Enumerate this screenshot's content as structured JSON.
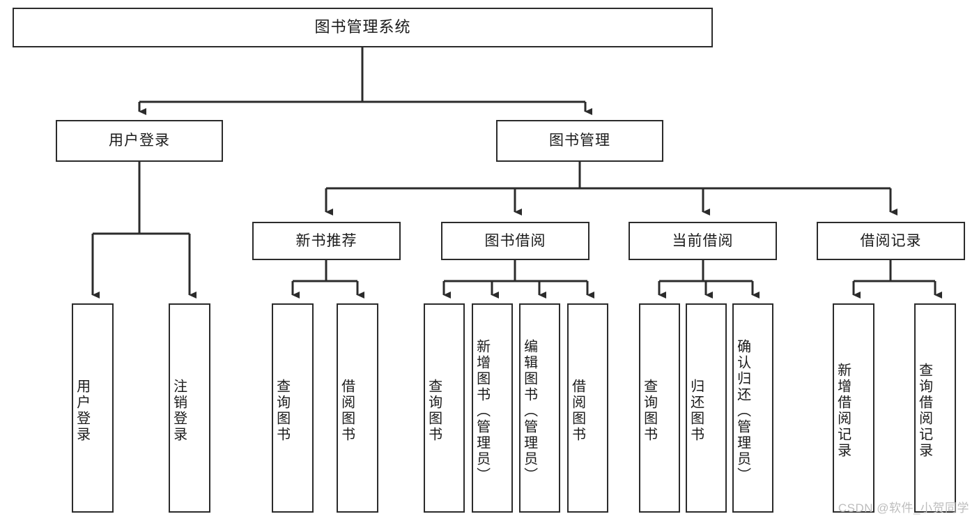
{
  "diagram": {
    "title": "图书管理系统",
    "watermark": "CSDN @软件_小贺同学",
    "line_color": "#2b2b2b",
    "box_fill": "#ffffff",
    "text_color": "#1a1a1a",
    "watermark_color": "#bdbdbd",
    "root": {
      "label": "图书管理系统"
    },
    "level2": [
      {
        "label": "用户登录"
      },
      {
        "label": "图书管理"
      }
    ],
    "level3": [
      {
        "label": "新书推荐"
      },
      {
        "label": "图书借阅"
      },
      {
        "label": "当前借阅"
      },
      {
        "label": "借阅记录"
      }
    ],
    "leaves": {
      "user_login": [
        {
          "label": "用户登录"
        },
        {
          "label": "注销登录"
        }
      ],
      "new_book": [
        {
          "label": "查询图书"
        },
        {
          "label": "借阅图书"
        }
      ],
      "book_borrow": [
        {
          "label": "查询图书"
        },
        {
          "label": "新增图书（管理员）"
        },
        {
          "label": "编辑图书（管理员）"
        },
        {
          "label": "借阅图书"
        }
      ],
      "current_borrow": [
        {
          "label": "查询图书"
        },
        {
          "label": "归还图书"
        },
        {
          "label": "确认归还（管理员）"
        }
      ],
      "borrow_record": [
        {
          "label": "新增借阅记录"
        },
        {
          "label": "查询借阅记录"
        }
      ]
    }
  }
}
